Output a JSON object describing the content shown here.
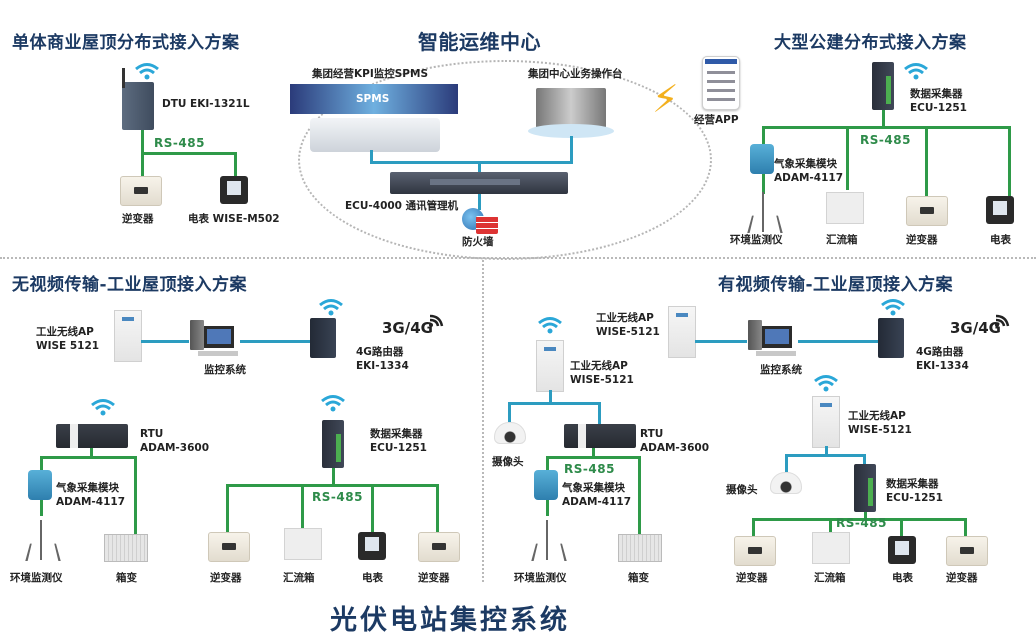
{
  "titles": {
    "main": "光伏电站集控系统",
    "center": "智能运维中心",
    "top_left": "单体商业屋顶分布式接入方案",
    "top_right": "大型公建分布式接入方案",
    "bottom_left": "无视频传输-工业屋顶接入方案",
    "bottom_right": "有视频传输-工业屋顶接入方案"
  },
  "center": {
    "kpi_label": "集团经营KPI监控SPMS",
    "spms_screen": "SPMS",
    "ops_label": "集团中心业务操作台",
    "ecu4000_label": "ECU-4000 通讯管理机",
    "firewall_label": "防火墙",
    "app_label": "经营APP"
  },
  "top_left": {
    "dtu_label": "DTU EKI-1321L",
    "bus_label": "RS-485",
    "inverter_label": "逆变器",
    "meter_label": "电表 WISE-M502"
  },
  "top_right": {
    "collector_label": "数据采集器",
    "collector_model": "ECU-1251",
    "bus_label": "RS-485",
    "weather_label": "气象采集模块",
    "weather_model": "ADAM-4117",
    "leaves": [
      "环境监测仪",
      "汇流箱",
      "逆变器",
      "电表"
    ]
  },
  "bottom_left": {
    "ap_label": "工业无线AP",
    "ap_model": "WISE 5121",
    "monitor_label": "监控系统",
    "router_label": "4G路由器",
    "router_model": "EKI-1334",
    "net_label": "3G/4G",
    "rtu_label": "RTU",
    "rtu_model": "ADAM-3600",
    "weather_label": "气象采集模块",
    "weather_model": "ADAM-4117",
    "env_label": "环境监测仪",
    "boxtrans_label": "箱变",
    "collector_label": "数据采集器",
    "collector_model": "ECU-1251",
    "bus_label": "RS-485",
    "leaves": [
      "逆变器",
      "汇流箱",
      "电表",
      "逆变器"
    ]
  },
  "bottom_right": {
    "ap1_label": "工业无线AP",
    "ap1_model": "WISE-5121",
    "ap2_label": "工业无线AP",
    "ap2_model": "WISE-5121",
    "ap3_label": "工业无线AP",
    "ap3_model": "WISE-5121",
    "monitor_label": "监控系统",
    "router_label": "4G路由器",
    "router_model": "EKI-1334",
    "net_label": "3G/4G",
    "camera1_label": "摄像头",
    "camera2_label": "摄像头",
    "rtu_label": "RTU",
    "rtu_model": "ADAM-3600",
    "bus_label_1": "RS-485",
    "weather_label": "气象采集模块",
    "weather_model": "ADAM-4117",
    "env_label": "环境监测仪",
    "boxtrans_label": "箱变",
    "collector_label": "数据采集器",
    "collector_model": "ECU-1251",
    "bus_label_2": "RS-485",
    "leaves": [
      "逆变器",
      "汇流箱",
      "电表",
      "逆变器"
    ]
  }
}
